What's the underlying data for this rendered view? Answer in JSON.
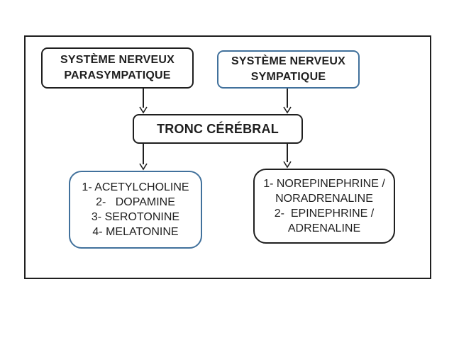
{
  "diagram": {
    "background": "#ffffff",
    "frame_color": "#1f1f1f",
    "accent_blue": "#41719C",
    "nodes": {
      "parasympathetic": {
        "line1": "SYSTÈME NERVEUX",
        "line2": "PARASYMPATIQUE"
      },
      "sympathetic": {
        "line1": "SYSTÈME NERVEUX",
        "line2": "SYMPATIQUE"
      },
      "brainstem": {
        "label": "TRONC CÉRÉBRAL"
      },
      "parasympathetic_neurotransmitters": {
        "lines": [
          "1- ACETYLCHOLINE",
          "2-   DOPAMINE",
          "3- SEROTONINE",
          "4- MELATONINE"
        ]
      },
      "sympathetic_neurotransmitters": {
        "lines": [
          "1- NOREPINEPHRINE /",
          "NORADRENALINE",
          "2-  EPINEPHRINE /",
          "ADRENALINE"
        ]
      }
    },
    "edges": [
      {
        "from": "parasympathetic",
        "to": "brainstem"
      },
      {
        "from": "sympathetic",
        "to": "brainstem"
      },
      {
        "from": "brainstem",
        "to": "parasympathetic_neurotransmitters"
      },
      {
        "from": "brainstem",
        "to": "sympathetic_neurotransmitters"
      }
    ]
  }
}
